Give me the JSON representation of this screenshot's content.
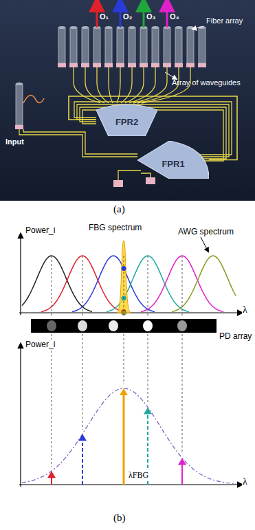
{
  "diagram": {
    "nodes": [
      {
        "text": [
          "FPR2"
        ]
      },
      {
        "text": [
          "FPR1"
        ]
      }
    ],
    "edges": [
      {
        "from": 1,
        "to": 0,
        "arrow": "none"
      }
    ],
    "labels": [
      "Fiber array",
      "Array of waveguides",
      "O₁",
      "O₂",
      "O₃",
      "O₄",
      "Input",
      "(a)",
      "Power_i",
      "FBG spectrum",
      "AWG spectrum",
      "λ",
      "PD array",
      "Power_i",
      "λFBG",
      "λ",
      "(b)"
    ]
  }
}
